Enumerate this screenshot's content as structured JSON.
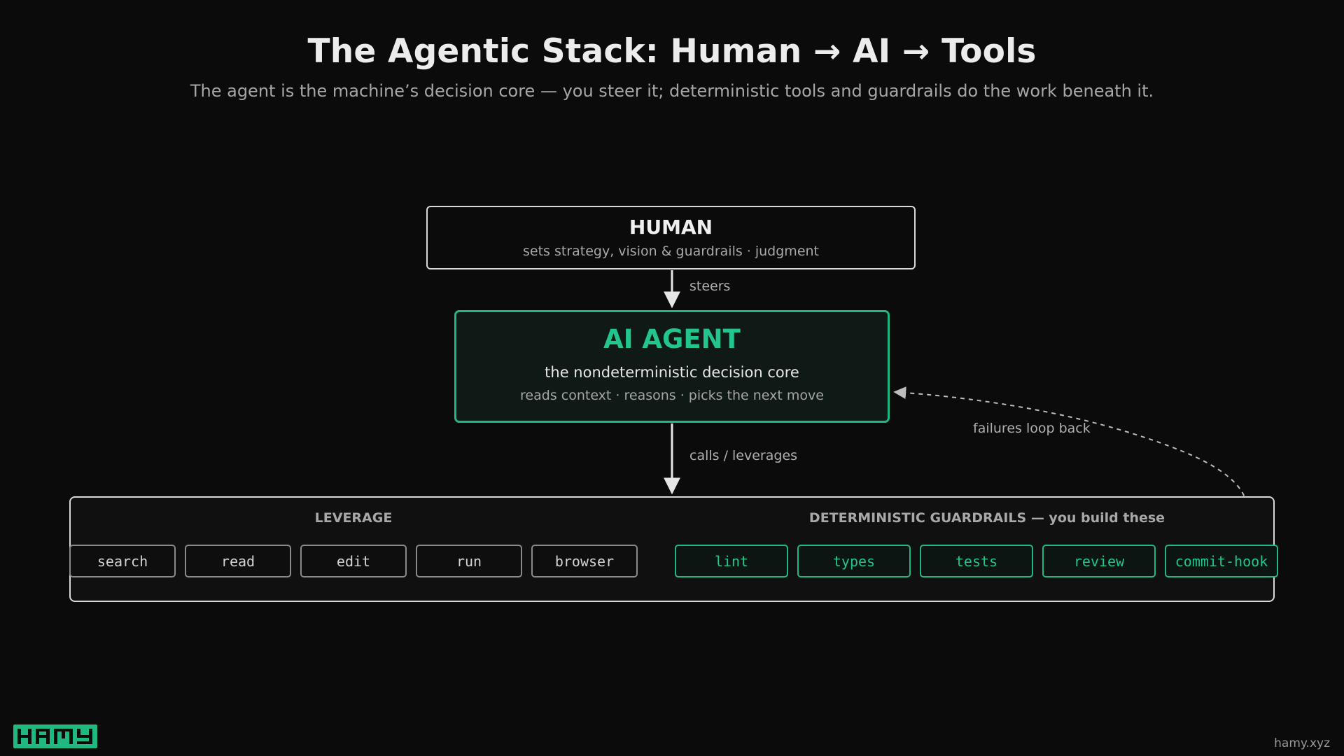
{
  "title": "The Agentic Stack: Human → AI → Tools",
  "subtitle": "The agent is the machine’s decision core — you steer it; deterministic tools and guardrails do the work beneath it.",
  "human": {
    "title": "HUMAN",
    "subtitle": "sets strategy, vision & guardrails · judgment"
  },
  "agent": {
    "title": "AI AGENT",
    "line1": "the nondeterministic decision core",
    "line2": "reads context · reasons · picks the next move"
  },
  "edges": {
    "steers": "steers",
    "calls": "calls / leverages",
    "failures": "failures loop back"
  },
  "leverage": {
    "label": "LEVERAGE",
    "tools": [
      "search",
      "read",
      "edit",
      "run",
      "browser"
    ]
  },
  "guardrails": {
    "label": "DETERMINISTIC GUARDRAILS — you build these",
    "tools": [
      "lint",
      "types",
      "tests",
      "review",
      "commit-hook"
    ]
  },
  "logo_text": "HAMY",
  "footer": "hamy.xyz",
  "colors": {
    "accent": "#1fb980",
    "background": "#0b0b0b",
    "border": "#d9d9d9"
  }
}
